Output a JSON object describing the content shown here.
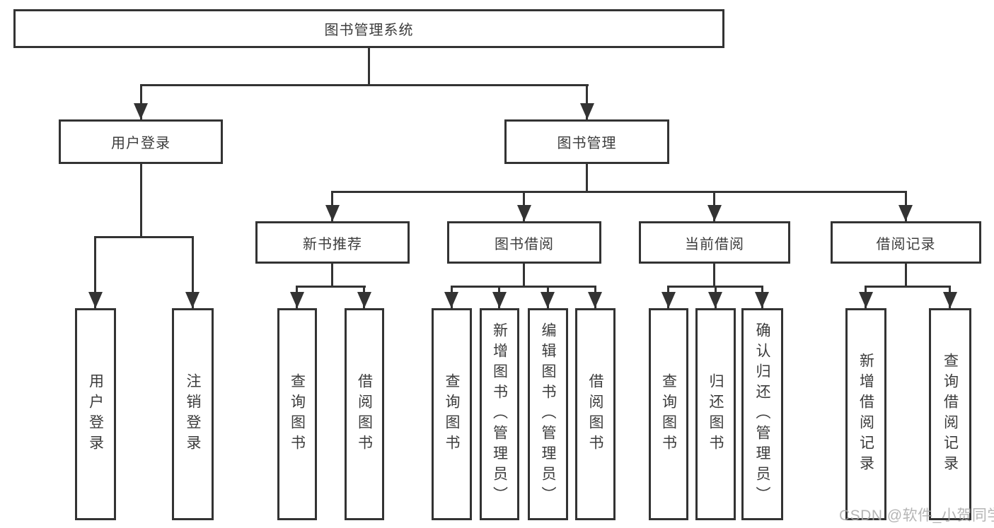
{
  "diagram_type": "hierarchy",
  "watermark": "CSDN @软件_小贺同学",
  "colors": {
    "line": "#333333",
    "text": "#3c3c3c",
    "watermark": "#a8a8a8",
    "background": "#ffffff"
  },
  "tree": {
    "root": {
      "label": "图书管理系统"
    },
    "level2": [
      {
        "id": "user-login",
        "label": "用户登录"
      },
      {
        "id": "book-management",
        "label": "图书管理"
      }
    ],
    "user_login_children": [
      {
        "label": "用户登录"
      },
      {
        "label": "注销登录"
      }
    ],
    "level3": [
      {
        "id": "new-book-recommend",
        "label": "新书推荐"
      },
      {
        "id": "book-borrow",
        "label": "图书借阅"
      },
      {
        "id": "current-borrow",
        "label": "当前借阅"
      },
      {
        "id": "borrow-records",
        "label": "借阅记录"
      }
    ],
    "new_book_recommend_children": [
      {
        "label": "查询图书"
      },
      {
        "label": "借阅图书"
      }
    ],
    "book_borrow_children": [
      {
        "label": "查询图书"
      },
      {
        "label": "新增图书（管理员）"
      },
      {
        "label": "编辑图书（管理员）"
      },
      {
        "label": "借阅图书"
      }
    ],
    "current_borrow_children": [
      {
        "label": "查询图书"
      },
      {
        "label": "归还图书"
      },
      {
        "label": "确认归还（管理员）"
      }
    ],
    "borrow_records_children": [
      {
        "label": "新增借阅记录"
      },
      {
        "label": "查询借阅记录"
      }
    ]
  }
}
